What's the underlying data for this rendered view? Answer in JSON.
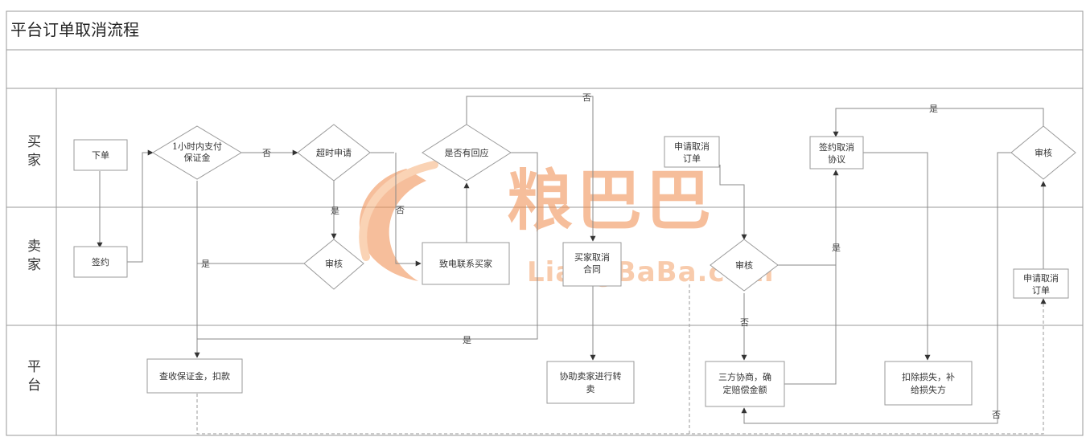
{
  "title": "平台订单取消流程",
  "lanes": [
    {
      "id": "buyer",
      "label": "买家"
    },
    {
      "id": "seller",
      "label": "卖家"
    },
    {
      "id": "platform",
      "label": "平台"
    }
  ],
  "nodes": {
    "order": {
      "label": "下单",
      "shape": "box"
    },
    "sign": {
      "label": "签约",
      "shape": "box"
    },
    "pay_deposit": {
      "label": "1小时内支付保证金",
      "shape": "diamond"
    },
    "timeout_apply": {
      "label": "超时申请",
      "shape": "diamond"
    },
    "review_seller": {
      "label": "审核",
      "shape": "diamond"
    },
    "responded": {
      "label": "是否有回应",
      "shape": "diamond"
    },
    "call_buyer": {
      "label": "致电联系买家",
      "shape": "box"
    },
    "buyer_cancel_contract": {
      "label": "买家取消合同",
      "shape": "box"
    },
    "assist_resell": {
      "label": "协助卖家进行转卖",
      "shape": "box"
    },
    "confiscate": {
      "label": "查收保证金，扣款",
      "shape": "box"
    },
    "apply_cancel_buyer": {
      "label": "申请取消订单",
      "shape": "box"
    },
    "review_mid": {
      "label": "审核",
      "shape": "diamond"
    },
    "tripartite": {
      "label": "三方协商，确定赔偿金额",
      "shape": "box"
    },
    "sign_cancel": {
      "label": "签约取消协议",
      "shape": "box"
    },
    "deduct": {
      "label": "扣除损失，补给损失方",
      "shape": "box"
    },
    "review_right": {
      "label": "审核",
      "shape": "diamond"
    },
    "apply_cancel_seller": {
      "label": "申请取消订单",
      "shape": "box"
    }
  },
  "edge_labels": {
    "no": "否",
    "yes": "是"
  },
  "watermark": {
    "brand": "粮巴巴",
    "domain": "LiangBaBa.com",
    "color": "#f08a4b"
  }
}
